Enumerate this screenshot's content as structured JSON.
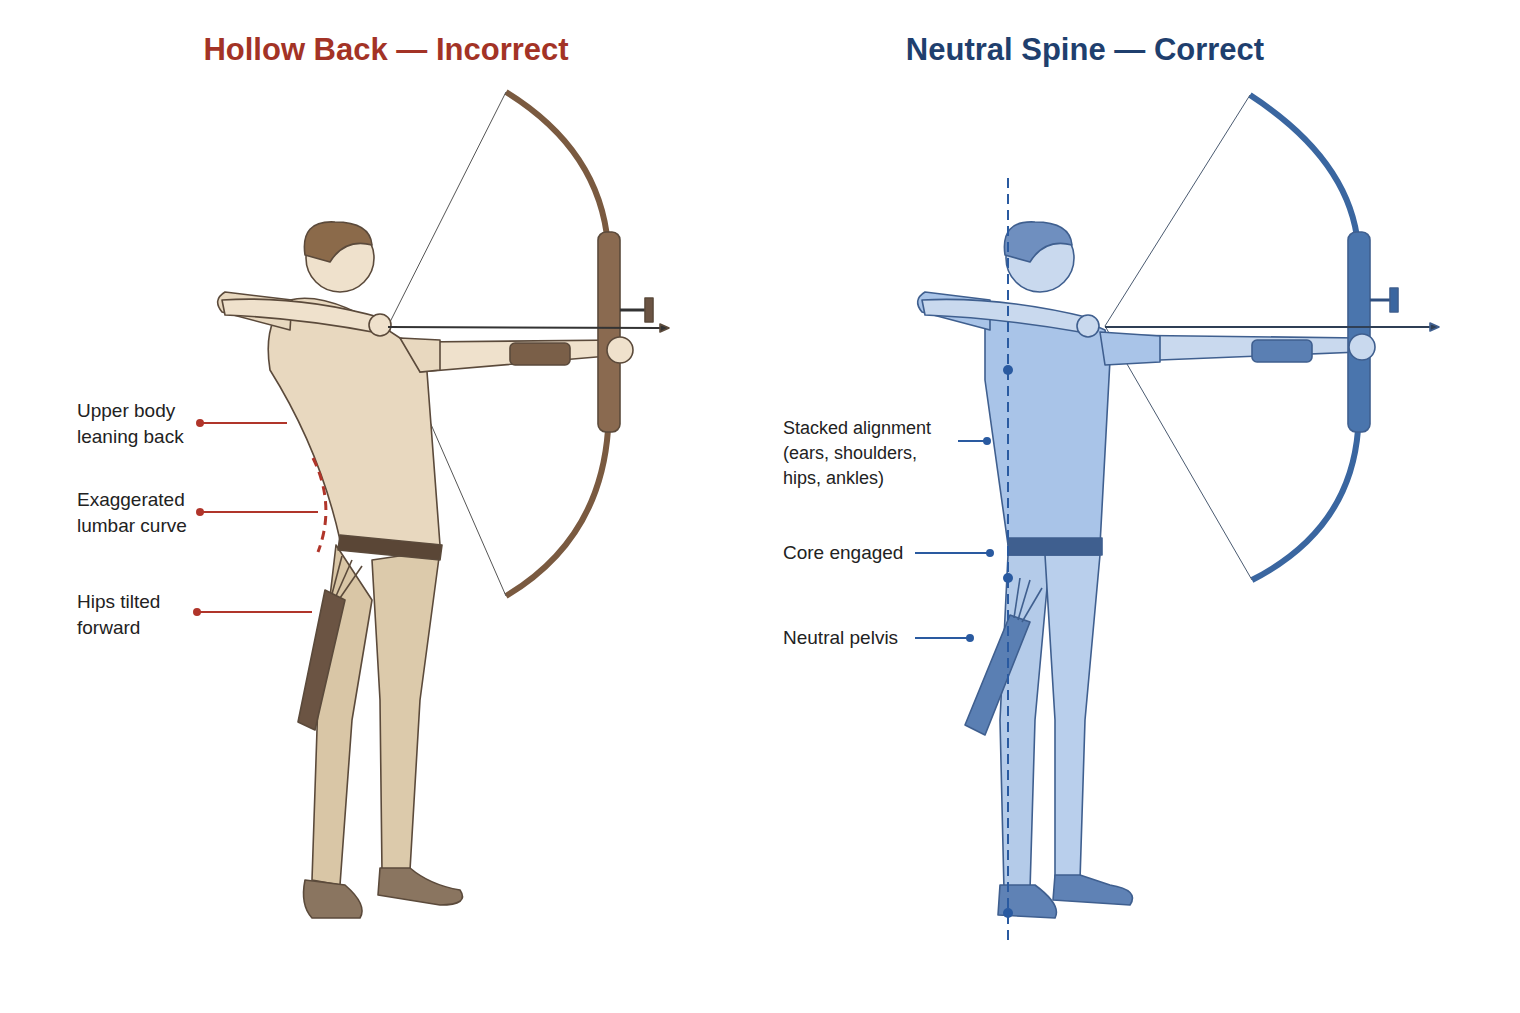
{
  "diagram": {
    "labels": [
      "Hollow Back — Incorrect",
      "Upper body leaning back",
      "Exaggerated lumbar curve",
      "Hips tilted forward",
      "Neutral Spine — Correct",
      "Stacked alignment (ears, shoulders, hips, ankles)",
      "Core engaged",
      "Neutral pelvis"
    ]
  }
}
